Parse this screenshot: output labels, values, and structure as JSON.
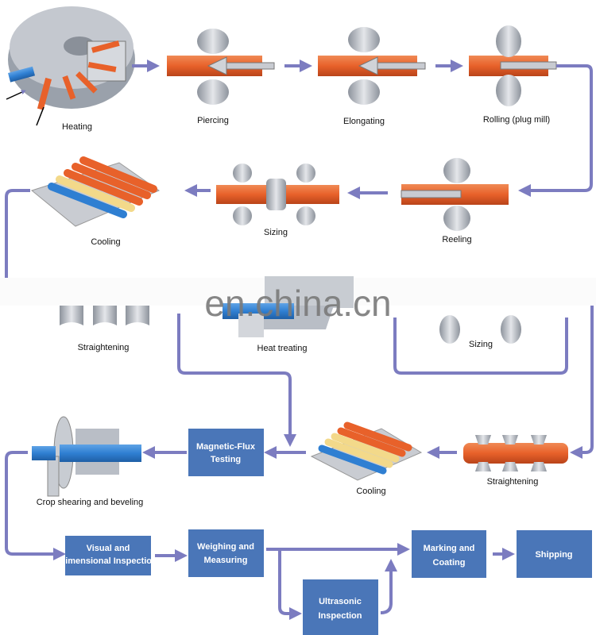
{
  "colors": {
    "box": "#4a76b8",
    "arrow": "#7c7cc0",
    "hot_tube": "#e8612a",
    "cool_tube": "#2f7fd2",
    "roll": "#b8bcc4"
  },
  "stages": {
    "heating": "Heating",
    "piercing": "Piercing",
    "elongating": "Elongating",
    "rolling": "Rolling (plug mill)",
    "reeling": "Reeling",
    "sizing1": "Sizing",
    "cooling1": "Cooling",
    "straightening1": "Straightening",
    "heat_treating": "Heat treating",
    "sizing2": "Sizing",
    "straightening2": "Straightening",
    "cooling2": "Cooling",
    "crop": "Crop shearing and beveling"
  },
  "boxes": {
    "magnetic": [
      "Magnetic-Flux",
      "Testing"
    ],
    "visual": [
      "Visual and",
      "Dimensional Inspection"
    ],
    "weighing": [
      "Weighing and",
      "Measuring"
    ],
    "ultrasonic": [
      "Ultrasonic",
      "Inspection"
    ],
    "marking": [
      "Marking and",
      "Coating"
    ],
    "shipping": [
      "Shipping"
    ]
  },
  "watermark": "en.china.cn"
}
